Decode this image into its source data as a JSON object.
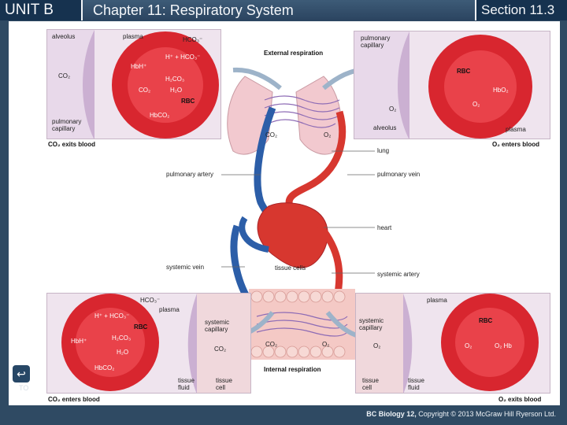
{
  "header": {
    "unit": "UNIT B",
    "chapter": "Chapter 11: Respiratory System",
    "section": "Section 11.3"
  },
  "diagram": {
    "external_title": "External respiration",
    "internal_title": "Internal respiration",
    "top_left": {
      "alveolus": "alveolus",
      "plasma": "plasma",
      "hco3": "HCO₃⁻",
      "h_plus_hco3": "H⁺ + HCO₃⁻",
      "hbh": "HbH⁺",
      "co2": "CO₂",
      "h2co3": "H₂CO₃",
      "co2_inner": "CO₂",
      "h2o": "H₂O",
      "rbc": "RBC",
      "hbco2": "HbCO₂",
      "pulmonary_capillary": "pulmonary capillary",
      "caption": "CO₂ exits blood"
    },
    "top_right": {
      "pulmonary_capillary": "pulmonary capillary",
      "rbc": "RBC",
      "hbo2": "HbO₂",
      "o2_a": "O₂",
      "o2_b": "O₂",
      "alveolus": "alveolus",
      "plasma": "plasma",
      "caption": "O₂ enters blood"
    },
    "bottom_left": {
      "hco3": "HCO₃⁻",
      "plasma": "plasma",
      "h_plus_hco3": "H⁺ + HCO₃⁻",
      "rbc": "RBC",
      "hbh": "HbH⁺",
      "h2co3": "H₂CO₃",
      "h2o": "H₂O",
      "co2": "CO₂",
      "hbco2": "HbCO₂",
      "systemic_capillary": "systemic capillary",
      "tissue_fluid": "tissue fluid",
      "tissue_cell": "tissue cell",
      "caption": "CO₂ enters blood"
    },
    "bottom_right": {
      "plasma": "plasma",
      "rbc": "RBC",
      "systemic_capillary": "systemic capillary",
      "o2_a": "O₂",
      "o2_b": "O₂",
      "hb": "O₂ Hb",
      "tissue_cell": "tissue cell",
      "tissue_fluid": "tissue fluid",
      "caption": "O₂ exits blood"
    },
    "center": {
      "co2": "CO₂",
      "o2": "O₂",
      "co2_low": "CO₂",
      "o2_low": "O₂",
      "lung": "lung",
      "pulmonary_artery": "pulmonary artery",
      "pulmonary_vein": "pulmonary vein",
      "heart": "heart",
      "systemic_vein": "systemic vein",
      "tissue_cells": "tissue cells",
      "systemic_artery": "systemic artery"
    }
  },
  "nav": {
    "to_label": "TO",
    "home_icon": "return-arrow-icon"
  },
  "footer": {
    "title": "BC Biology 12,",
    "copyright": "Copyright © 2013 McGraw Hill Ryerson Ltd."
  },
  "colors": {
    "header_bg": "#2f4a63",
    "rbc_red": "#d8262f",
    "vein_blue": "#2c5ea8",
    "artery_red": "#d7372f"
  }
}
